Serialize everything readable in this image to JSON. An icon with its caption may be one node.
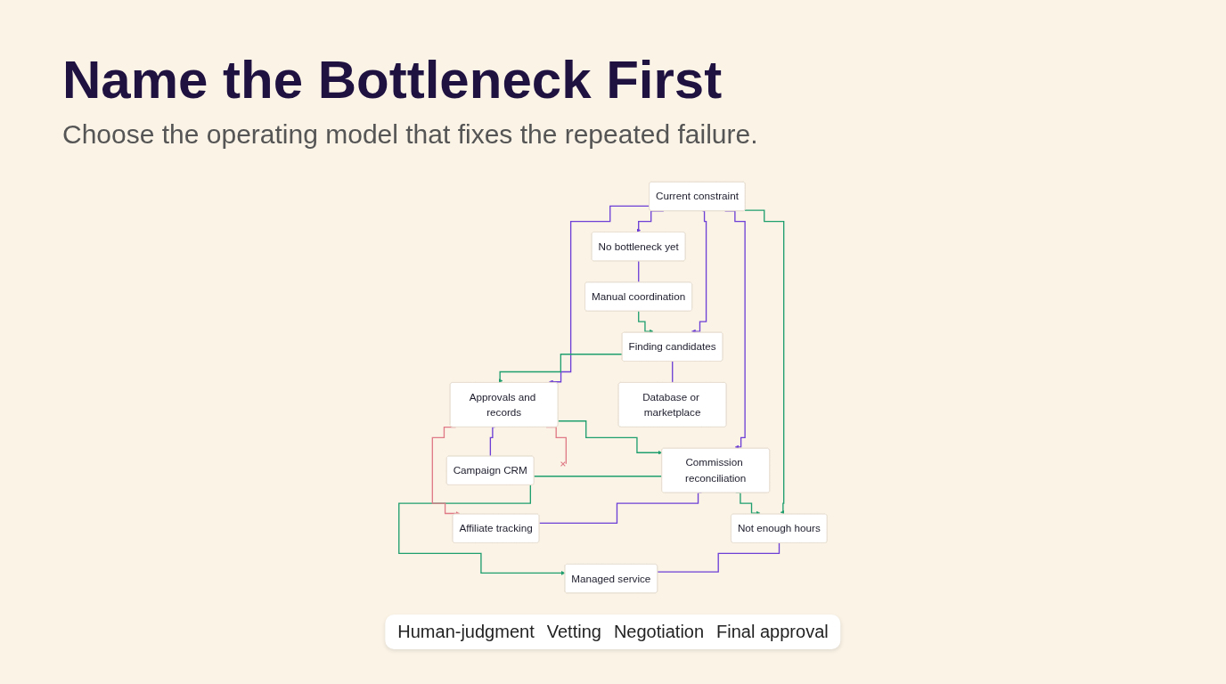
{
  "diagram": {
    "title": "Name the Bottleneck First",
    "nodes": [
      {
        "text": [
          "Current constraint"
        ]
      },
      {
        "text": [
          "No bottleneck yet"
        ]
      },
      {
        "text": [
          "Finding candidates"
        ]
      },
      {
        "text": [
          "Approvals and records"
        ]
      },
      {
        "text": [
          "Commission reconciliation"
        ]
      },
      {
        "text": [
          "Not enough hours"
        ]
      },
      {
        "text": [
          "Manual coordination"
        ]
      },
      {
        "text": [
          "Database or marketplace"
        ]
      },
      {
        "text": [
          "Campaign CRM"
        ]
      },
      {
        "text": [
          "Affiliate tracking"
        ]
      },
      {
        "text": [
          "Managed service"
        ]
      }
    ],
    "edges": [
      {
        "from": 0,
        "to": 1,
        "arrow": "to"
      },
      {
        "from": 0,
        "to": 2,
        "arrow": "to"
      },
      {
        "from": 0,
        "to": 3,
        "arrow": "to"
      },
      {
        "from": 0,
        "to": 4,
        "arrow": "to"
      },
      {
        "from": 0,
        "to": 5,
        "arrow": "to",
        "color": "#1f9e6e"
      },
      {
        "from": 1,
        "to": 6,
        "arrow": "none"
      },
      {
        "from": 2,
        "to": 7,
        "arrow": "none"
      },
      {
        "from": 3,
        "to": 8,
        "arrow": "none"
      },
      {
        "from": 4,
        "to": 9,
        "arrow": "none"
      },
      {
        "from": 5,
        "to": 10,
        "arrow": "none"
      },
      {
        "from": 6,
        "to": 2,
        "arrow": "to",
        "color": "#1f9e6e"
      },
      {
        "from": 2,
        "to": 3,
        "arrow": "to",
        "color": "#1f9e6e"
      },
      {
        "from": 3,
        "to": 4,
        "arrow": "to",
        "color": "#1f9e6e"
      },
      {
        "from": 4,
        "to": 5,
        "arrow": "to",
        "color": "#1f9e6e"
      },
      {
        "from": 4,
        "to": 10,
        "arrow": "to",
        "color": "#1f9e6e"
      },
      {
        "from": 3,
        "to": null,
        "arrow": "other",
        "color": "#e07a86"
      },
      {
        "from": 3,
        "to": 9,
        "arrow": "to",
        "color": "#e07a86"
      }
    ],
    "labels": [
      "Choose the operating model that fixes the repeated failure.",
      "Human-judgment",
      "Vetting",
      "Negotiation",
      "Final approval"
    ]
  }
}
